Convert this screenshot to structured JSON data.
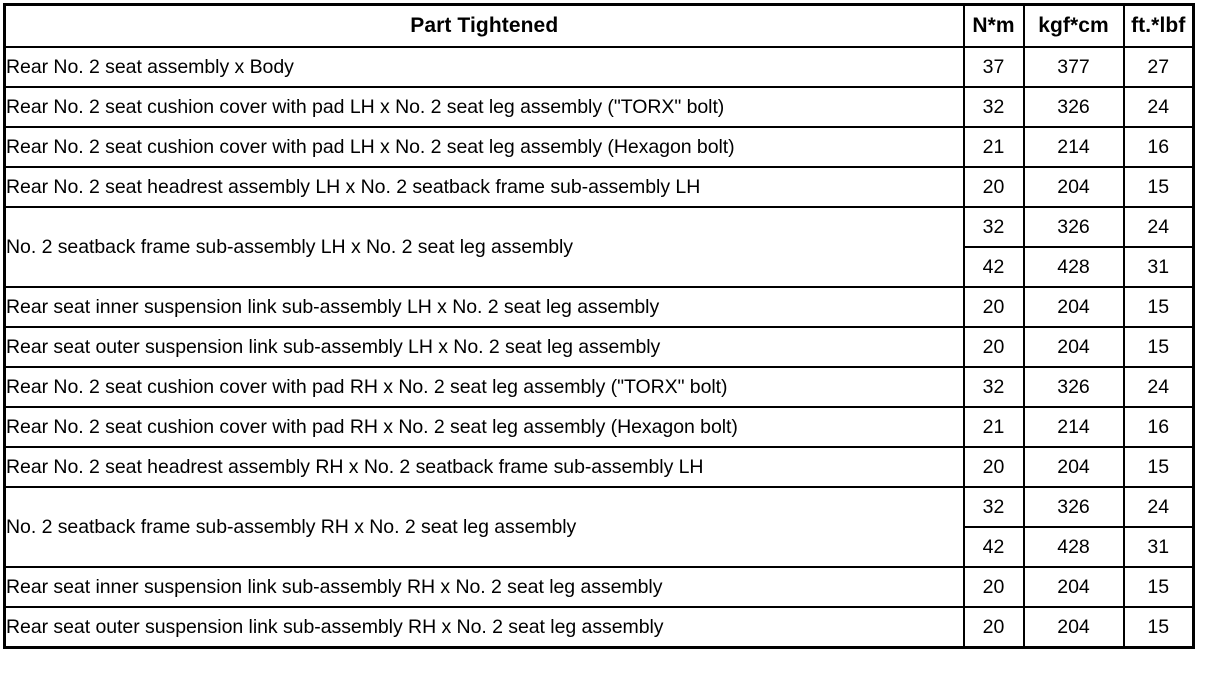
{
  "table": {
    "title": "Part Tightened",
    "columns": [
      {
        "key": "part",
        "label": "Part Tightened"
      },
      {
        "key": "nm",
        "label": "N*m"
      },
      {
        "key": "kgfcm",
        "label": "kgf*cm"
      },
      {
        "key": "ftlbf",
        "label": "ft.*lbf"
      }
    ],
    "rows": [
      {
        "part": "Rear No. 2 seat assembly x Body",
        "values": [
          {
            "nm": "37",
            "kgfcm": "377",
            "ftlbf": "27"
          }
        ]
      },
      {
        "part": "Rear No. 2 seat cushion cover with pad LH x No. 2 seat leg assembly (\"TORX\" bolt)",
        "values": [
          {
            "nm": "32",
            "kgfcm": "326",
            "ftlbf": "24"
          }
        ]
      },
      {
        "part": "Rear No. 2 seat cushion cover with pad LH x No. 2 seat leg assembly (Hexagon bolt)",
        "values": [
          {
            "nm": "21",
            "kgfcm": "214",
            "ftlbf": "16"
          }
        ]
      },
      {
        "part": "Rear No. 2 seat headrest assembly LH x No. 2 seatback frame sub-assembly LH",
        "values": [
          {
            "nm": "20",
            "kgfcm": "204",
            "ftlbf": "15"
          }
        ]
      },
      {
        "part": "No. 2 seatback frame sub-assembly LH x No. 2 seat leg assembly",
        "values": [
          {
            "nm": "32",
            "kgfcm": "326",
            "ftlbf": "24"
          },
          {
            "nm": "42",
            "kgfcm": "428",
            "ftlbf": "31"
          }
        ]
      },
      {
        "part": "Rear seat inner suspension link sub-assembly LH x No. 2 seat leg assembly",
        "values": [
          {
            "nm": "20",
            "kgfcm": "204",
            "ftlbf": "15"
          }
        ]
      },
      {
        "part": "Rear seat outer suspension link sub-assembly LH x No. 2 seat leg assembly",
        "values": [
          {
            "nm": "20",
            "kgfcm": "204",
            "ftlbf": "15"
          }
        ]
      },
      {
        "part": "Rear No. 2 seat cushion cover with pad RH x No. 2 seat leg assembly (\"TORX\" bolt)",
        "values": [
          {
            "nm": "32",
            "kgfcm": "326",
            "ftlbf": "24"
          }
        ]
      },
      {
        "part": "Rear No. 2 seat cushion cover with pad RH x No. 2 seat leg assembly (Hexagon bolt)",
        "values": [
          {
            "nm": "21",
            "kgfcm": "214",
            "ftlbf": "16"
          }
        ]
      },
      {
        "part": "Rear No. 2 seat headrest assembly RH x No. 2 seatback frame sub-assembly LH",
        "values": [
          {
            "nm": "20",
            "kgfcm": "204",
            "ftlbf": "15"
          }
        ]
      },
      {
        "part": "No. 2 seatback frame sub-assembly RH x No. 2 seat leg assembly",
        "values": [
          {
            "nm": "32",
            "kgfcm": "326",
            "ftlbf": "24"
          },
          {
            "nm": "42",
            "kgfcm": "428",
            "ftlbf": "31"
          }
        ]
      },
      {
        "part": "Rear seat inner suspension link sub-assembly RH x No. 2 seat leg assembly",
        "values": [
          {
            "nm": "20",
            "kgfcm": "204",
            "ftlbf": "15"
          }
        ]
      },
      {
        "part": "Rear seat outer suspension link sub-assembly RH x No. 2 seat leg assembly",
        "values": [
          {
            "nm": "20",
            "kgfcm": "204",
            "ftlbf": "15"
          }
        ]
      }
    ]
  },
  "colors": {
    "border": "#000000",
    "text": "#000000",
    "background": "#ffffff"
  }
}
